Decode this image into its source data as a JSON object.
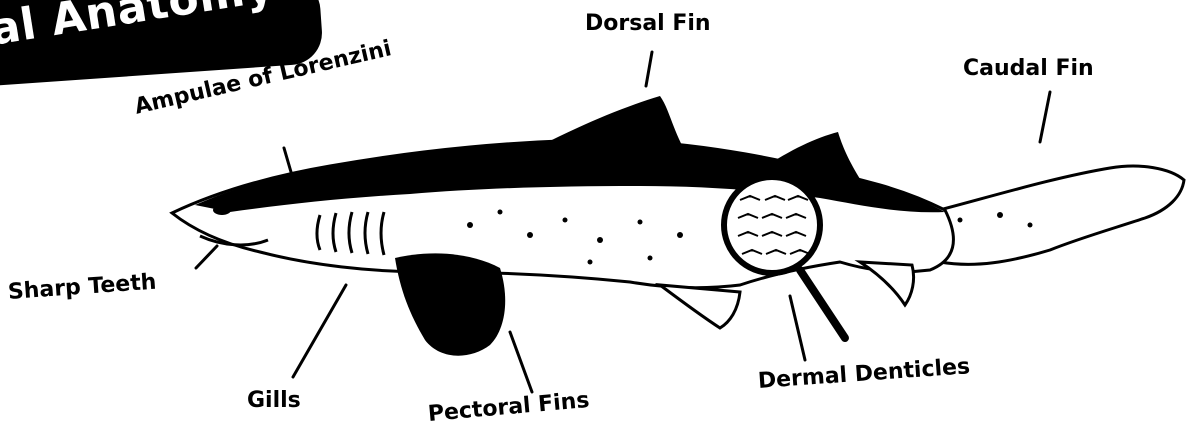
{
  "title": "nal Anatomy",
  "labels": {
    "dorsal_fin": "Dorsal Fin",
    "caudal_fin": "Caudal Fin",
    "ampulae": "Ampulae of Lorenzini",
    "sharp_teeth": "Sharp Teeth",
    "gills": "Gills",
    "pectoral_fins": "Pectoral Fins",
    "dermal_denticles": "Dermal Denticles"
  },
  "colors": {
    "ink": "#000000",
    "background": "#ffffff"
  }
}
